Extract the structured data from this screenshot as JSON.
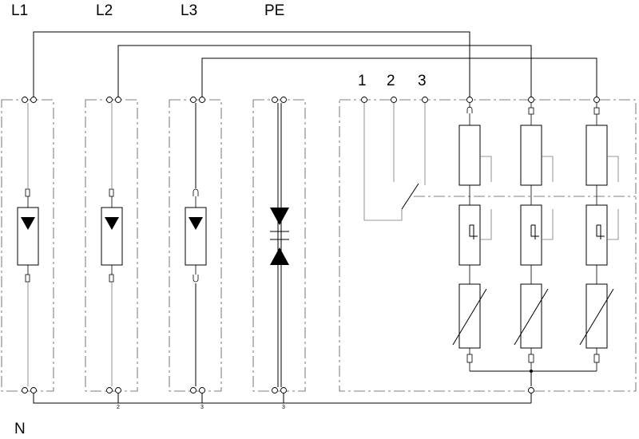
{
  "diagram": {
    "phase_labels": [
      "L1",
      "L2",
      "L3",
      "PE"
    ],
    "neutral_label": "N",
    "contact_labels": [
      "1",
      "2",
      "3"
    ],
    "bus_marks": [
      "2",
      "3",
      "3"
    ]
  }
}
